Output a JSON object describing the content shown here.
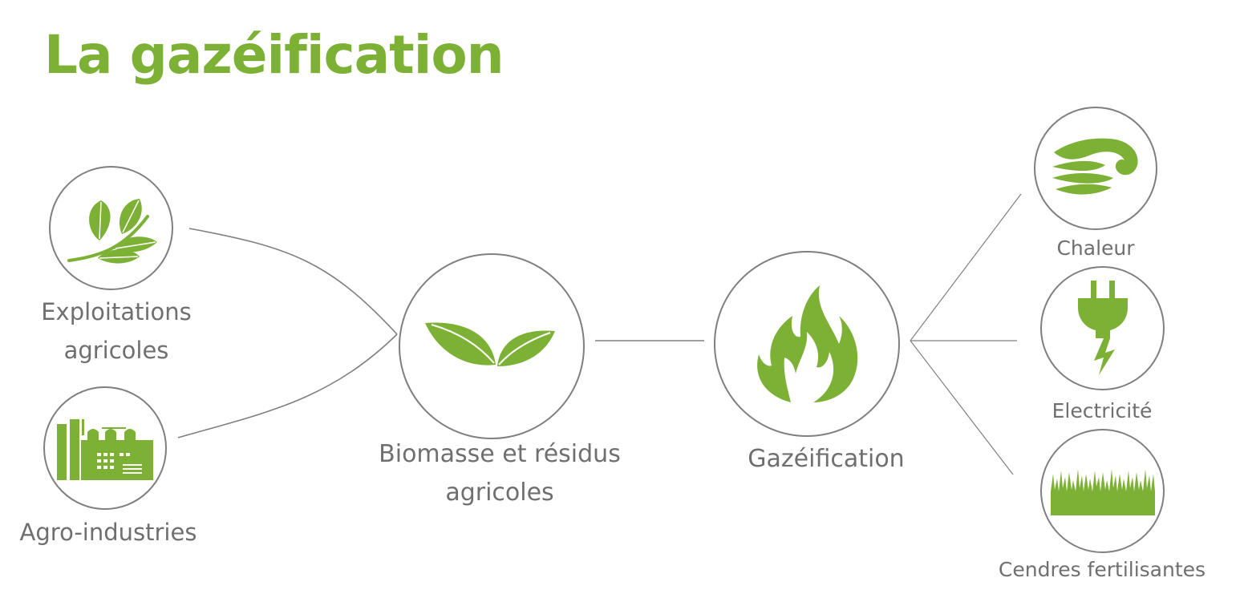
{
  "title": "La gazéification",
  "nodes": {
    "exploitations": {
      "label_line1": "Exploitations",
      "label_line2": "agricoles",
      "icon": "leaf-branch-icon"
    },
    "agro_industries": {
      "label": "Agro-industries",
      "icon": "factory-icon"
    },
    "biomasse": {
      "label_line1": "Biomasse et résidus",
      "label_line2": "agricoles",
      "icon": "sprout-leaves-icon"
    },
    "gazeification": {
      "label": "Gazéification",
      "icon": "flame-icon"
    },
    "chaleur": {
      "label": "Chaleur",
      "icon": "heat-wave-icon"
    },
    "electricite": {
      "label": "Electricité",
      "icon": "electric-plug-icon"
    },
    "cendres": {
      "label": "Cendres fertilisantes",
      "icon": "grass-icon"
    }
  },
  "colors": {
    "accent": "#7cb135",
    "text": "#6f6f6f",
    "line": "#7f7f7f"
  }
}
